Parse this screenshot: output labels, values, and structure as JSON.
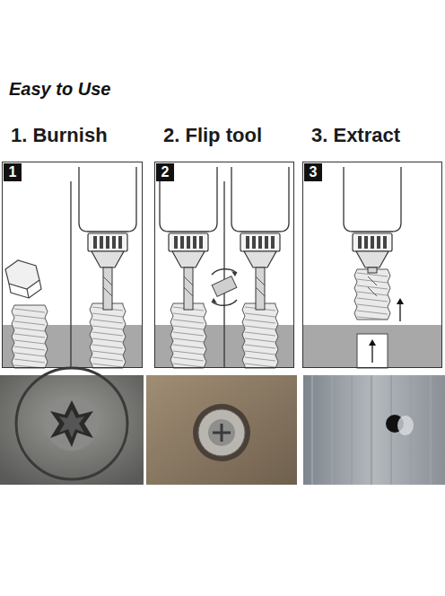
{
  "diagram": {
    "title": "Easy to Use",
    "nodes": [
      {
        "text": [
          "1. Burnish",
          "1"
        ]
      },
      {
        "text": [
          "2. Flip tool",
          "2"
        ]
      },
      {
        "text": [
          "3. Extract",
          "3"
        ]
      }
    ]
  }
}
